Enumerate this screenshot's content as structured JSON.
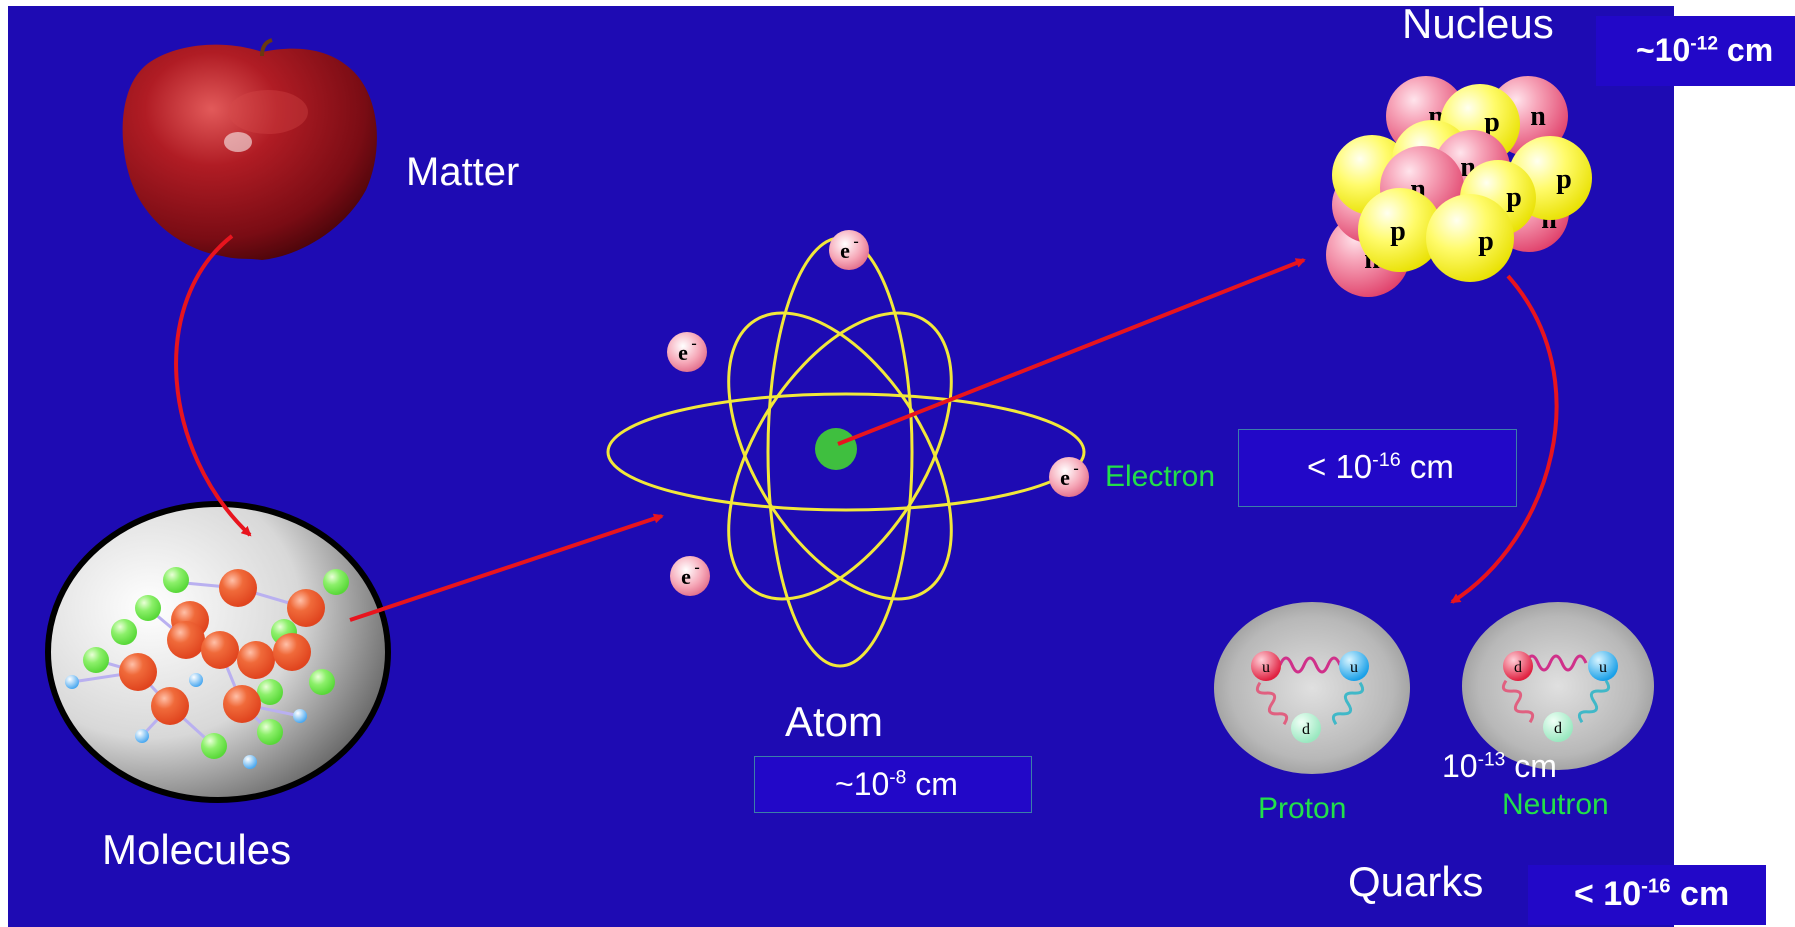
{
  "labels": {
    "matter": "Matter",
    "molecules": "Molecules",
    "atom": "Atom",
    "electron": "Electron",
    "nucleus": "Nucleus",
    "quarks": "Quarks",
    "proton": "Proton",
    "neutron": "Neutron"
  },
  "sizes": {
    "atom": {
      "prefix": "~10",
      "exp": "-8",
      "unit": " cm"
    },
    "electron": {
      "prefix": "< 10",
      "exp": "-16",
      "unit": " cm"
    },
    "nucleus": {
      "prefix": "~10",
      "exp": "-12",
      "unit": " cm"
    },
    "nucleon": {
      "prefix": "10",
      "exp": "-13",
      "unit": " cm"
    },
    "quarks": {
      "prefix": "< 10",
      "exp": "-16",
      "unit": " cm"
    }
  },
  "glyphs": {
    "electron": "e",
    "electron_charge": "-",
    "neutron": "n",
    "proton": "p",
    "up_quark": "u",
    "down_quark": "d"
  },
  "colors": {
    "background": "#1e0bb3",
    "arrow": "#e8141e",
    "orbit": "#f2e83a",
    "nucleus_core": "#3fbf3f",
    "label_green": "#22e04a"
  }
}
